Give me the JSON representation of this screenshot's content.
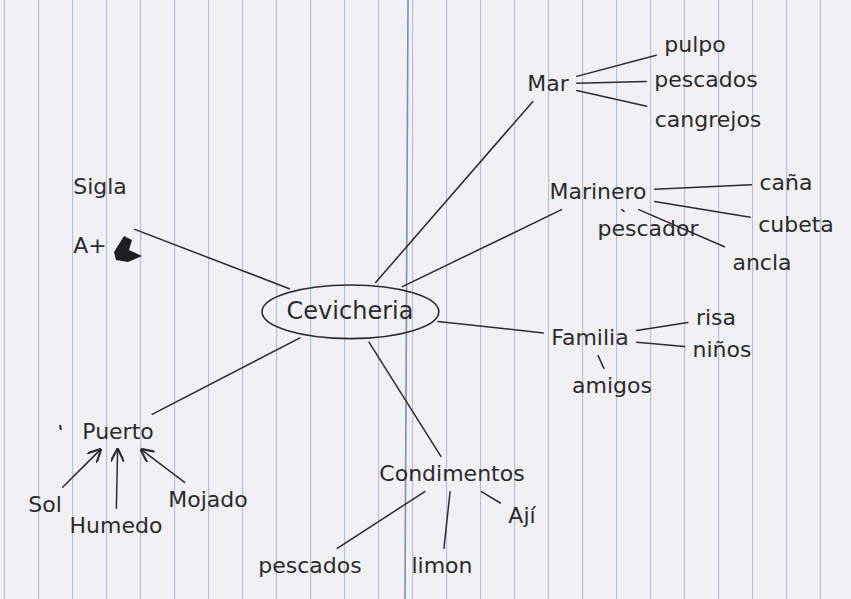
{
  "diagram": {
    "nodes": [
      {
        "text": [
          "Cevicheria"
        ]
      },
      {
        "text": [
          "Sigla",
          "A+"
        ]
      },
      {
        "text": [
          "Mar"
        ]
      },
      {
        "text": [
          "pulpo"
        ]
      },
      {
        "text": [
          "pescados"
        ]
      },
      {
        "text": [
          "cangrejos"
        ]
      },
      {
        "text": [
          "Marinero"
        ]
      },
      {
        "text": [
          "pescador"
        ]
      },
      {
        "text": [
          "caña"
        ]
      },
      {
        "text": [
          "cubeta"
        ]
      },
      {
        "text": [
          "ancla"
        ]
      },
      {
        "text": [
          "Familia"
        ]
      },
      {
        "text": [
          "risa"
        ]
      },
      {
        "text": [
          "niños"
        ]
      },
      {
        "text": [
          "amigos"
        ]
      },
      {
        "text": [
          "Puerto"
        ]
      },
      {
        "text": [
          "Sol"
        ]
      },
      {
        "text": [
          "Humedo"
        ]
      },
      {
        "text": [
          "Mojado"
        ]
      },
      {
        "text": [
          "Condimentos"
        ]
      },
      {
        "text": [
          "pescados"
        ]
      },
      {
        "text": [
          "limon"
        ]
      },
      {
        "text": [
          "Ají"
        ]
      }
    ],
    "edges": [
      {
        "from": 0,
        "to": 1,
        "arrow": "none"
      },
      {
        "from": 0,
        "to": 2,
        "arrow": "none"
      },
      {
        "from": 2,
        "to": 3,
        "arrow": "none"
      },
      {
        "from": 2,
        "to": 4,
        "arrow": "none"
      },
      {
        "from": 2,
        "to": 5,
        "arrow": "none"
      },
      {
        "from": 0,
        "to": 6,
        "arrow": "none"
      },
      {
        "from": 6,
        "to": 7,
        "arrow": "none"
      },
      {
        "from": 6,
        "to": 8,
        "arrow": "none"
      },
      {
        "from": 6,
        "to": 9,
        "arrow": "none"
      },
      {
        "from": 6,
        "to": 10,
        "arrow": "none"
      },
      {
        "from": 0,
        "to": 11,
        "arrow": "none"
      },
      {
        "from": 11,
        "to": 12,
        "arrow": "none"
      },
      {
        "from": 11,
        "to": 13,
        "arrow": "none"
      },
      {
        "from": 11,
        "to": 14,
        "arrow": "none"
      },
      {
        "from": 0,
        "to": 15,
        "arrow": "none"
      },
      {
        "from": 16,
        "to": 15,
        "arrow": "to"
      },
      {
        "from": 17,
        "to": 15,
        "arrow": "to"
      },
      {
        "from": 18,
        "to": 15,
        "arrow": "to"
      },
      {
        "from": 0,
        "to": 19,
        "arrow": "none"
      },
      {
        "from": 19,
        "to": 20,
        "arrow": "none"
      },
      {
        "from": 19,
        "to": 21,
        "arrow": "none"
      },
      {
        "from": 19,
        "to": 22,
        "arrow": "none"
      }
    ]
  }
}
